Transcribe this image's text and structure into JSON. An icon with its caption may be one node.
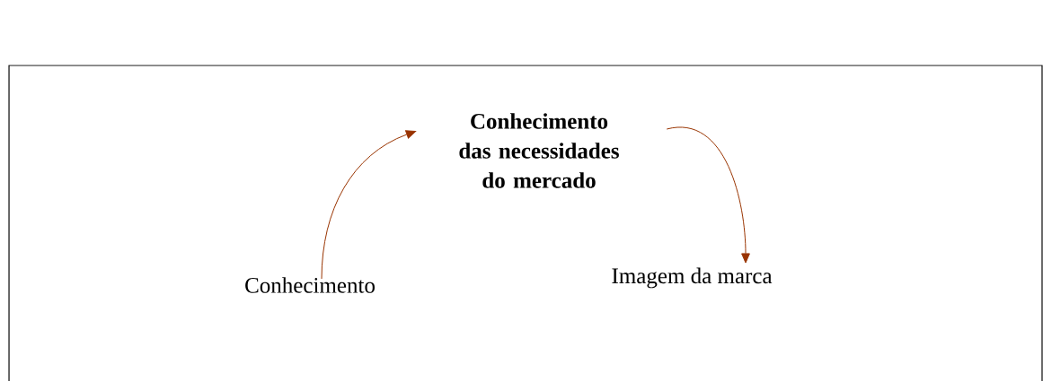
{
  "diagram": {
    "nodes": [
      {
        "text": [
          "Conhecimento"
        ]
      },
      {
        "text": [
          "Conhecimento das necessidades do mercado"
        ]
      },
      {
        "text": [
          "Imagem da marca"
        ]
      }
    ],
    "edges": [
      {
        "from": 0,
        "to": 1,
        "arrow": "to"
      },
      {
        "from": 1,
        "to": 2,
        "arrow": "to"
      }
    ]
  }
}
